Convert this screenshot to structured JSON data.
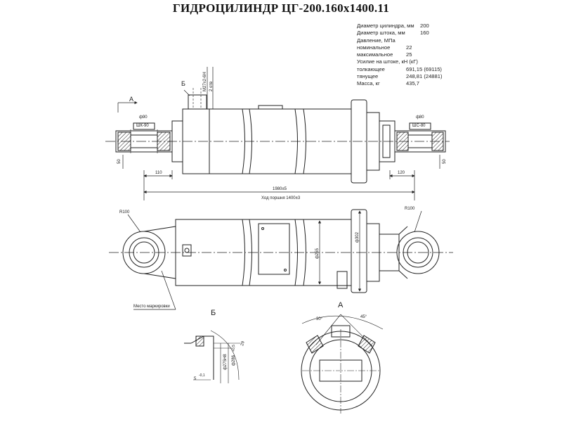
{
  "title": "ГИДРОЦИЛИНДР ЦГ-200.160х1400.11",
  "specs": [
    {
      "label": "Диаметр цилиндра, мм",
      "value": "200"
    },
    {
      "label": "Диаметр штока, мм",
      "value": "160"
    },
    {
      "label": "Давление, МПа",
      "value": ""
    },
    {
      "label": "номинальное",
      "value": "22"
    },
    {
      "label": "максимальное",
      "value": "25"
    },
    {
      "label": "Усилие на штоке, кН (кГ)",
      "value": ""
    },
    {
      "label": "толкающее",
      "value": "691,15 (69115)"
    },
    {
      "label": "тянущее",
      "value": "248,81 (24881)"
    },
    {
      "label": "Масса, кг",
      "value": "435,7"
    }
  ],
  "labels": {
    "view_a": "А",
    "view_b": "Б",
    "thread": "M27x2-6H",
    "two_holes": "2 отв",
    "phi90": "ф90",
    "shk90": "ШК-90",
    "phi80": "ф80",
    "shc80": "ШС-80",
    "dim_110": "110",
    "dim_120": "120",
    "dim_1980": "1980±5",
    "stroke": "Ход поршня 1400±3",
    "dim_50a": "50",
    "dim_50b": "50",
    "r100a": "R100",
    "r100b": "R100",
    "d302": "ф302",
    "d255": "ф255",
    "marking": "Место маркировки",
    "dim_29": "29",
    "dim_5": "5",
    "tol_5": "-0,1",
    "d275": "ф275Н8",
    "d286": "ф286",
    "tol_286": "+0,5",
    "ang_30": "30°",
    "ang_45": "45°"
  }
}
